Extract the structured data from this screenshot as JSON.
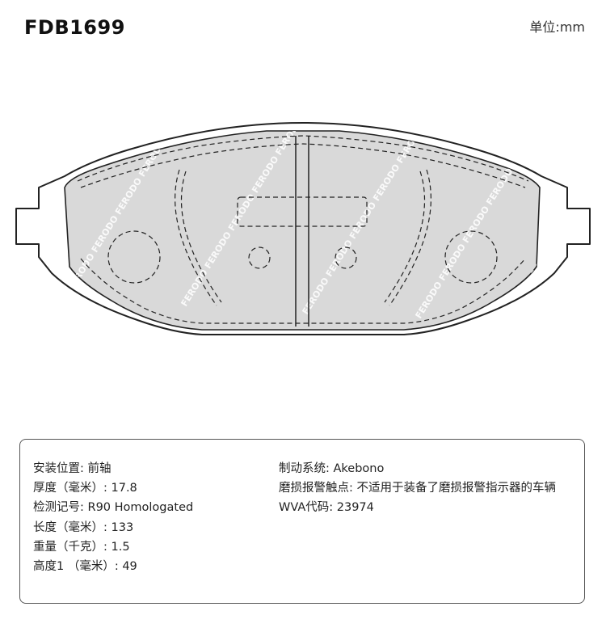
{
  "header": {
    "part_number": "FDB1699",
    "unit": "单位:mm"
  },
  "drawing": {
    "watermark_text": "FERODO FERODO FERODO FERODO FERODO FERODO",
    "fill_color": "#d9d9d9",
    "stroke_color": "#222222"
  },
  "specs": {
    "left": [
      "安装位置: 前轴",
      "厚度（毫米）: 17.8",
      "检测记号: R90 Homologated",
      "长度（毫米）: 133",
      "重量（千克）: 1.5",
      "高度1 （毫米）: 49"
    ],
    "right": [
      "制动系统: Akebono",
      "磨损报警触点: 不适用于装备了磨损报警指示器的车辆",
      "WVA代码: 23974"
    ]
  }
}
